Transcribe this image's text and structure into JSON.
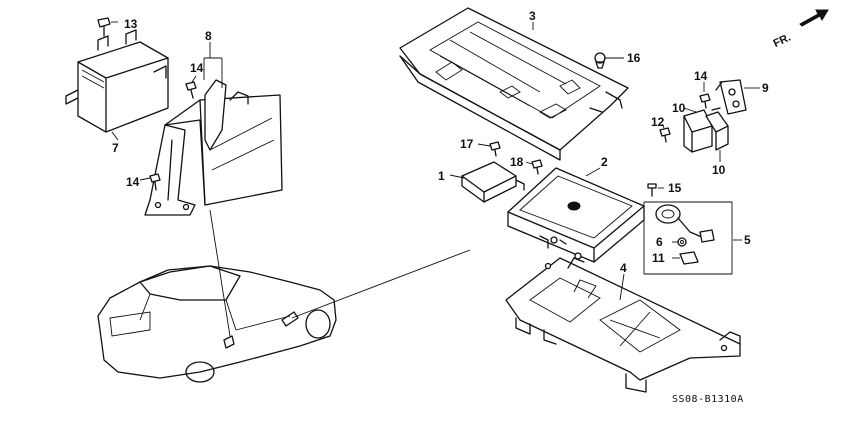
{
  "diagram": {
    "code": "SS08-B1310A",
    "direction_label": "FR.",
    "callouts": {
      "c1": "1",
      "c2": "2",
      "c3": "3",
      "c4": "4",
      "c5": "5",
      "c6": "6",
      "c7": "7",
      "c8": "8",
      "c9": "9",
      "c10a": "10",
      "c10b": "10",
      "c11": "11",
      "c12": "12",
      "c13": "13",
      "c14a": "14",
      "c14b": "14",
      "c14c": "14",
      "c15": "15",
      "c16": "16",
      "c17": "17",
      "c18": "18"
    }
  }
}
